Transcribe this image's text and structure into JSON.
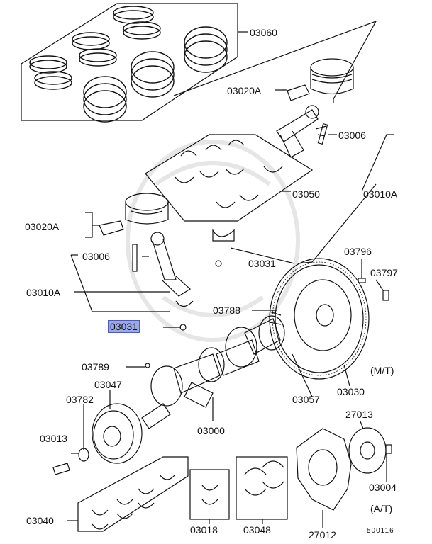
{
  "labels": {
    "p03060": "03060",
    "p03020A_top": "03020A",
    "p03006_top": "03006",
    "p03050": "03050",
    "p03010A_right": "03010A",
    "p03020A_left": "03020A",
    "p03006_left": "03006",
    "p03031_right": "03031",
    "p03010A_left": "03010A",
    "p03031_sel": "03031",
    "p03796": "03796",
    "p03797": "03797",
    "p03788": "03788",
    "p03789": "03789",
    "p03047": "03047",
    "p03782": "03782",
    "p03013": "03013",
    "p03000": "03000",
    "p03057": "03057",
    "p03030": "03030",
    "mt": "(M/T)",
    "p27013": "27013",
    "p03004": "03004",
    "at": "(A/T)",
    "p03040": "03040",
    "p03018": "03018",
    "p03048": "03048",
    "p27012": "27012",
    "diagram_id": "500116"
  },
  "colors": {
    "line": "#111111",
    "highlight": "#9aa8e6",
    "watermark": "#ececec"
  },
  "selected_part": "03031"
}
